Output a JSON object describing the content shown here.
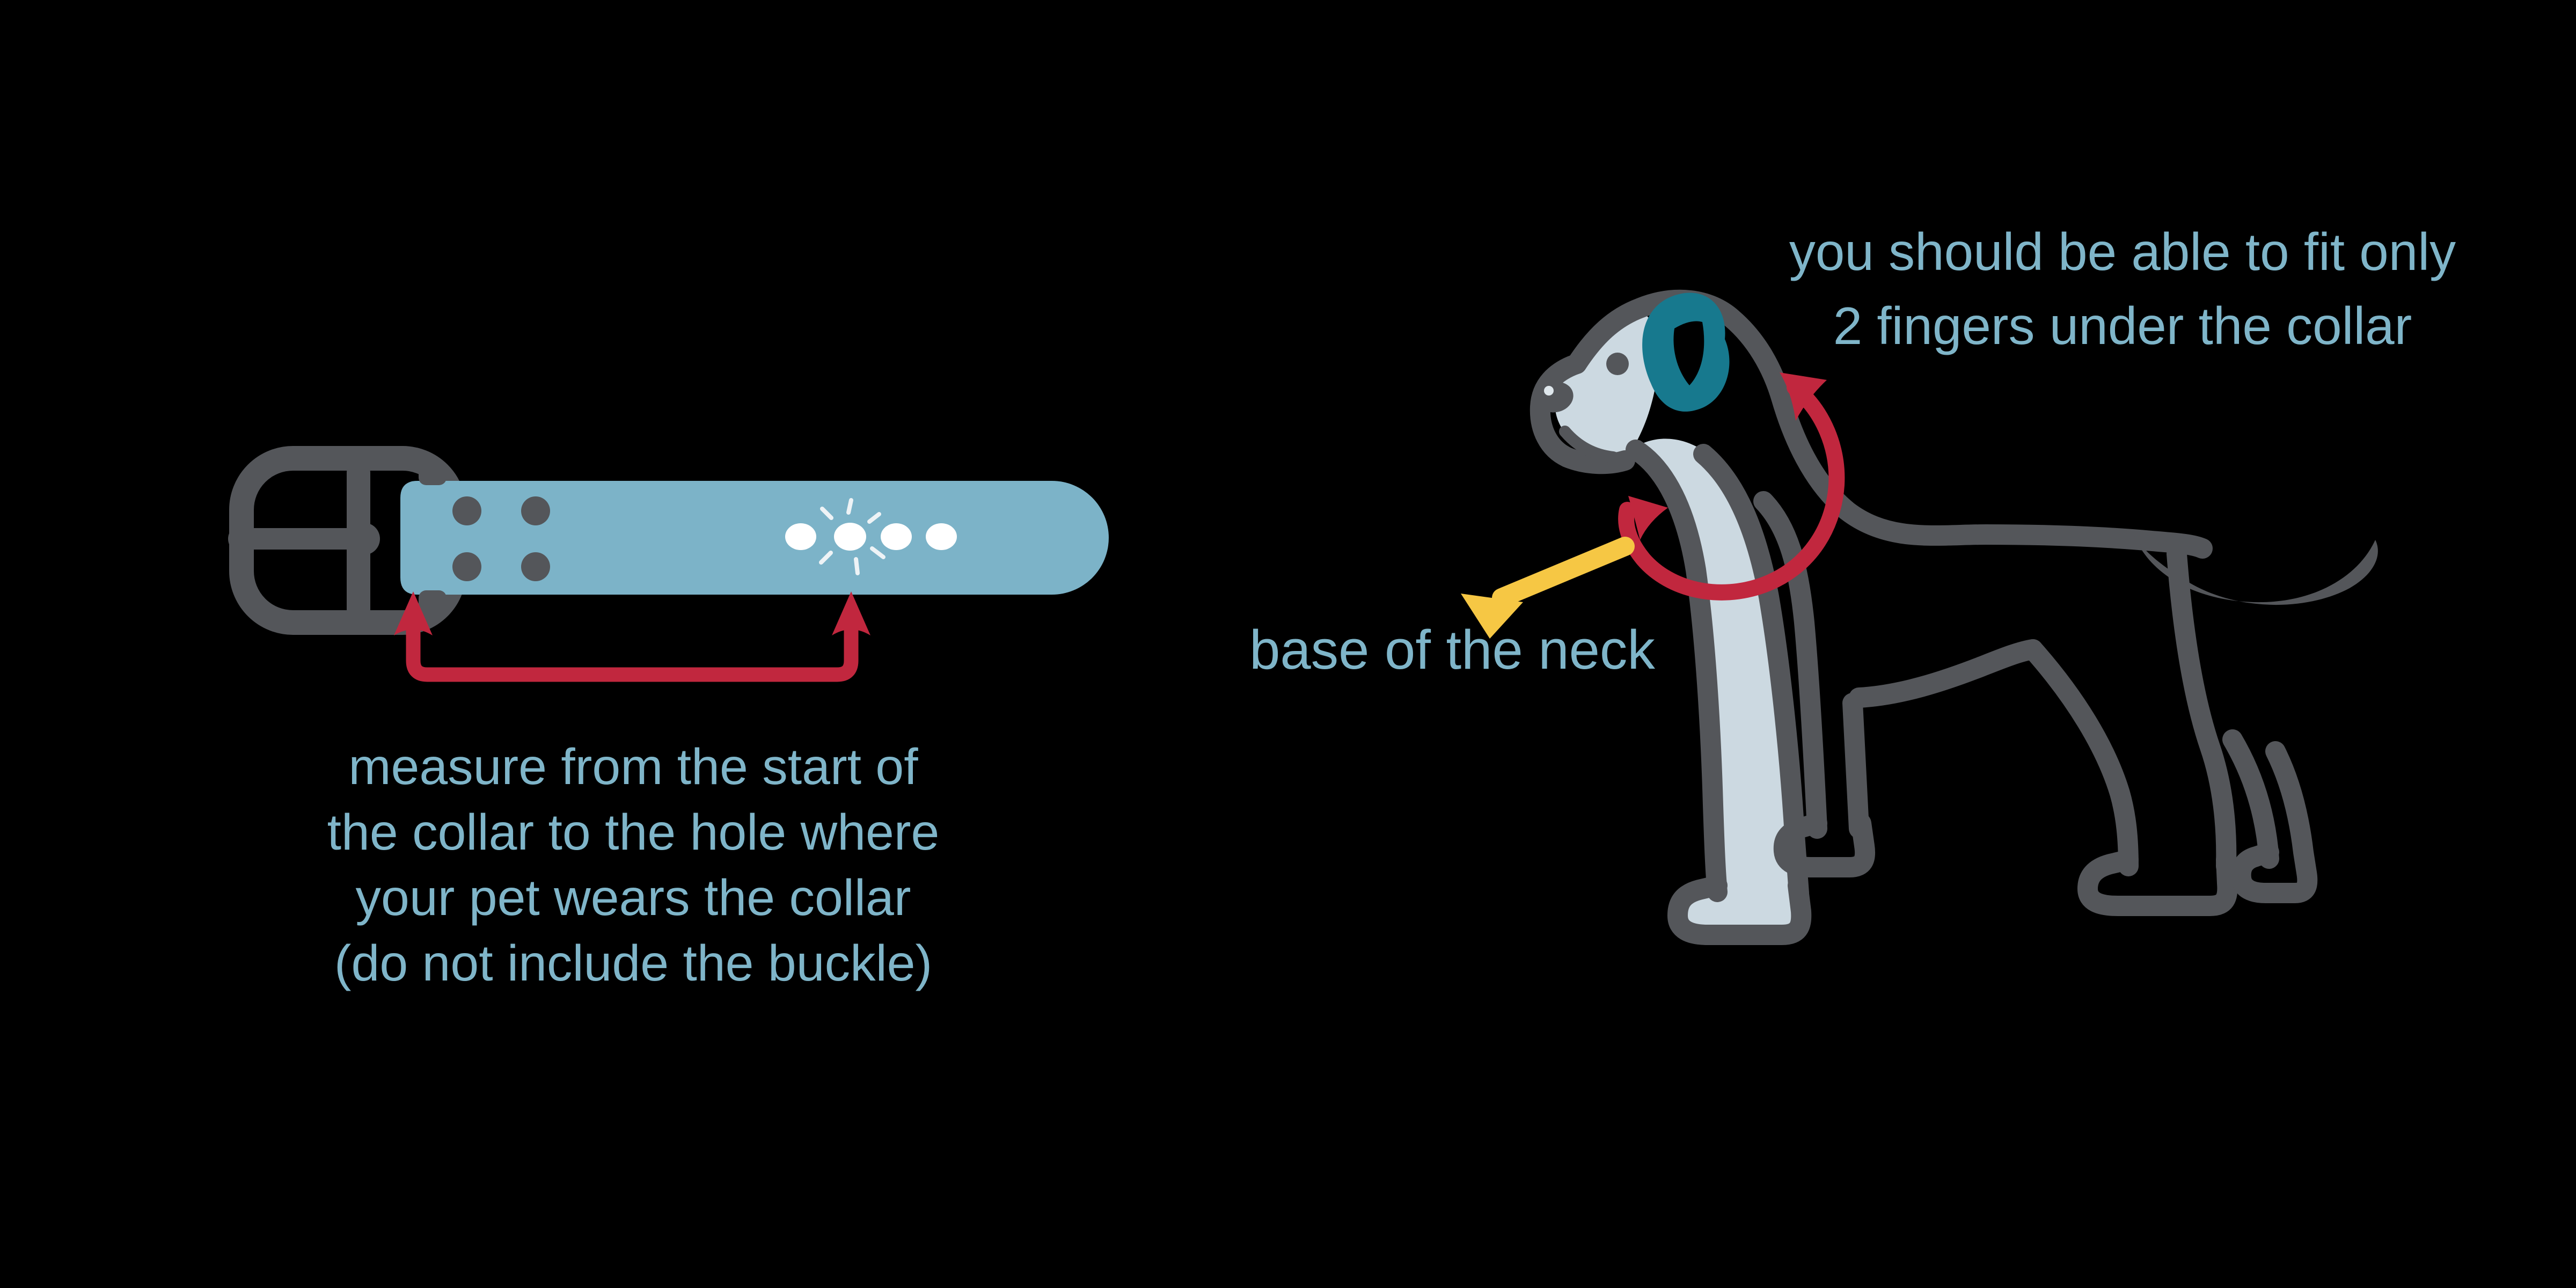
{
  "background_color": "#000000",
  "palette": {
    "background": "#000000",
    "strap-blue": "#7cb3c8",
    "caption-blue": "#7fb5c9",
    "outline-gray": "#54565a",
    "light-gray": "#ccd9e1",
    "ear-teal": "#17798e",
    "arrow-red": "#c1273e",
    "arrow-yellow": "#f6c744",
    "hole-white": "#ffffff"
  },
  "collar_figure": {
    "caption_lines": [
      "measure from the start of",
      "the collar to the hole where",
      "your pet wears the collar",
      "(do not include the buckle)"
    ],
    "hole_count": 4,
    "marked_hole_index": 2
  },
  "dog_figure": {
    "fit_caption_lines": [
      "you should be able to fit only",
      "2 fingers under the collar"
    ],
    "neck_label": "base of the neck"
  }
}
